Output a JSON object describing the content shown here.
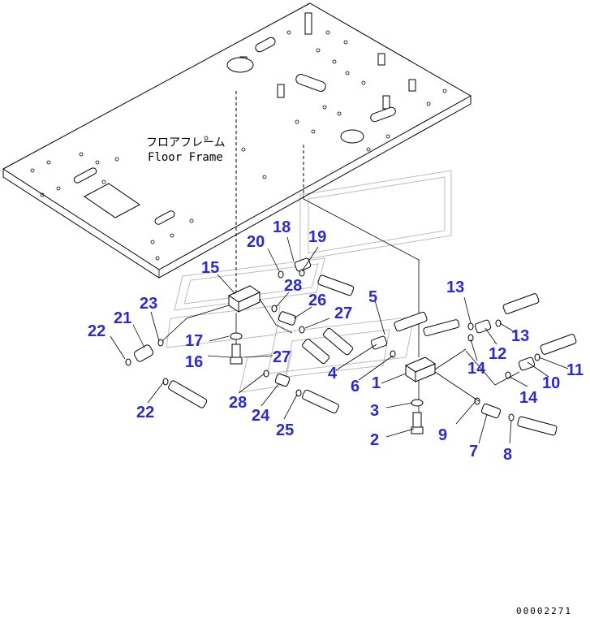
{
  "frame_label_jp": "フロアフレーム",
  "frame_label_en": "Floor Frame",
  "drawing_code": "00002271",
  "callouts": [
    {
      "id": "c1",
      "text": "1"
    },
    {
      "id": "c2",
      "text": "2"
    },
    {
      "id": "c3",
      "text": "3"
    },
    {
      "id": "c4",
      "text": "4"
    },
    {
      "id": "c5",
      "text": "5"
    },
    {
      "id": "c6",
      "text": "6"
    },
    {
      "id": "c7",
      "text": "7"
    },
    {
      "id": "c8",
      "text": "8"
    },
    {
      "id": "c9",
      "text": "9"
    },
    {
      "id": "c10",
      "text": "10"
    },
    {
      "id": "c11",
      "text": "11"
    },
    {
      "id": "c12",
      "text": "12"
    },
    {
      "id": "c13a",
      "text": "13"
    },
    {
      "id": "c13b",
      "text": "13"
    },
    {
      "id": "c14a",
      "text": "14"
    },
    {
      "id": "c14b",
      "text": "14"
    },
    {
      "id": "c15",
      "text": "15"
    },
    {
      "id": "c16",
      "text": "16"
    },
    {
      "id": "c17",
      "text": "17"
    },
    {
      "id": "c18",
      "text": "18"
    },
    {
      "id": "c19",
      "text": "19"
    },
    {
      "id": "c20",
      "text": "20"
    },
    {
      "id": "c21",
      "text": "21"
    },
    {
      "id": "c22a",
      "text": "22"
    },
    {
      "id": "c22b",
      "text": "22"
    },
    {
      "id": "c23",
      "text": "23"
    },
    {
      "id": "c24",
      "text": "24"
    },
    {
      "id": "c25",
      "text": "25"
    },
    {
      "id": "c26",
      "text": "26"
    },
    {
      "id": "c27a",
      "text": "27"
    },
    {
      "id": "c27b",
      "text": "27"
    },
    {
      "id": "c28a",
      "text": "28"
    },
    {
      "id": "c28b",
      "text": "28"
    }
  ]
}
